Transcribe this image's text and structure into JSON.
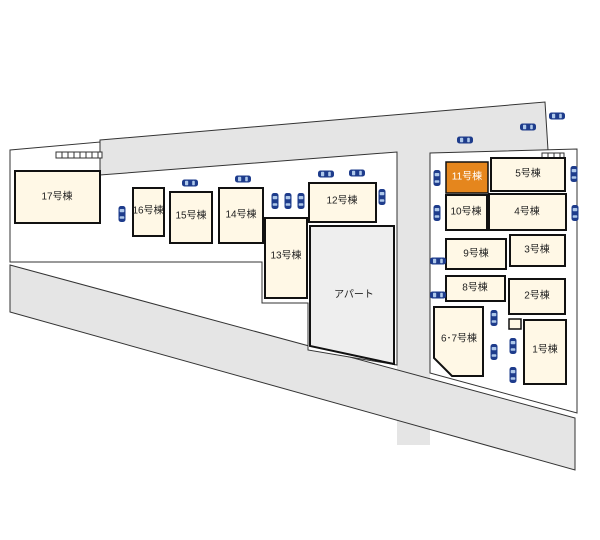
{
  "colors": {
    "lot": "#ffffff",
    "road": "#e5e5e5",
    "lot_outline": "#333333",
    "building": "#fff8e6",
    "building_outline": "#111111",
    "selected": "#e5861d",
    "apartment": "#eeeeee",
    "car_body": "#1e3c8c",
    "car_window": "#aec8ea"
  },
  "buildings": {
    "b17": "17号棟",
    "b16": "16号棟",
    "b15": "15号棟",
    "b14": "14号棟",
    "b13": "13号棟",
    "b12": "12号棟",
    "b11": "11号棟",
    "b10": "10号棟",
    "b9": "9号棟",
    "b8": "8号棟",
    "b67": "6･7号棟",
    "b5": "5号棟",
    "b4": "4号棟",
    "b3": "3号棟",
    "b2": "2号棟",
    "b1": "1号棟"
  },
  "selected_building": "11号棟",
  "apartment_label": "アパート",
  "icons": {
    "car": "car-icon",
    "bike_rack": "bicycle-parking-icon"
  }
}
